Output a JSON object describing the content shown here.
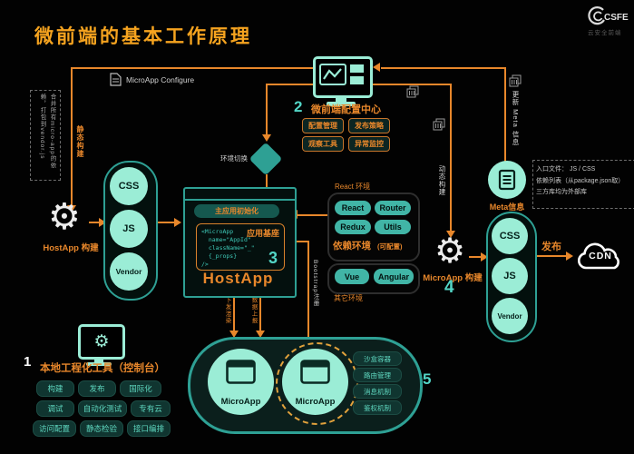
{
  "page": {
    "title": "微前端的基本工作原理"
  },
  "logo": {
    "brand": "CSFE",
    "subtitle": "云安全前端"
  },
  "config_center": {
    "num": "2",
    "title": "微前端配置中心",
    "buttons": [
      "配置管理",
      "发布策略",
      "观察工具",
      "异常监控"
    ]
  },
  "configure": {
    "label": "MicroApp Configure"
  },
  "notes": {
    "vendor": "合并所有micro-app的依赖，打包到vendor.js"
  },
  "flow": {
    "static_build": "静态构建",
    "env_switch": "环境切换",
    "dynamic_build": "动态构建",
    "update_meta": "更新 Meta 信息",
    "bootstrap": "Bootstrap注册",
    "dispatch": "下发渲染",
    "report": "数据上报",
    "publish": "发布"
  },
  "host_build": {
    "label": "HostApp 构建"
  },
  "left_bundle": [
    "CSS",
    "JS",
    "Vendor"
  ],
  "host_app": {
    "num": "3",
    "init": "主应用初始化",
    "base": "应用基座",
    "code": "<MicroApp\n  name=\"AppId\"\n  className=\"_\"\n  {_props}\n/>",
    "name": "HostApp"
  },
  "react_env": {
    "label": "React 环境",
    "pills": [
      "React",
      "Router",
      "Redux",
      "Utils"
    ],
    "caption": "依赖环境",
    "caption_note": "(可配置)"
  },
  "other_env": {
    "label": "其它环境",
    "pills": [
      "Vue",
      "Angular"
    ]
  },
  "micro_build": {
    "num": "4",
    "label": "MicroApp 构建"
  },
  "right_bundle": [
    "CSS",
    "JS",
    "Vendor"
  ],
  "meta": {
    "label": "Meta信息",
    "notes": [
      "入口文件： JS / CSS",
      "依赖列表（从package.json取）",
      "三方库均为外部库"
    ]
  },
  "cdn": {
    "label": "CDN"
  },
  "console": {
    "num": "1",
    "title": "本地工程化工具（控制台）",
    "buttons": [
      "构建",
      "发布",
      "国际化",
      "调试",
      "自动化测试",
      "专有云",
      "访问配置",
      "静态检验",
      "接口编排"
    ]
  },
  "runtime": {
    "num": "5",
    "app1": "MicroApp",
    "app2": "MicroApp",
    "features": [
      "沙盒容器",
      "路由管理",
      "消息机制",
      "鉴权机制"
    ]
  }
}
